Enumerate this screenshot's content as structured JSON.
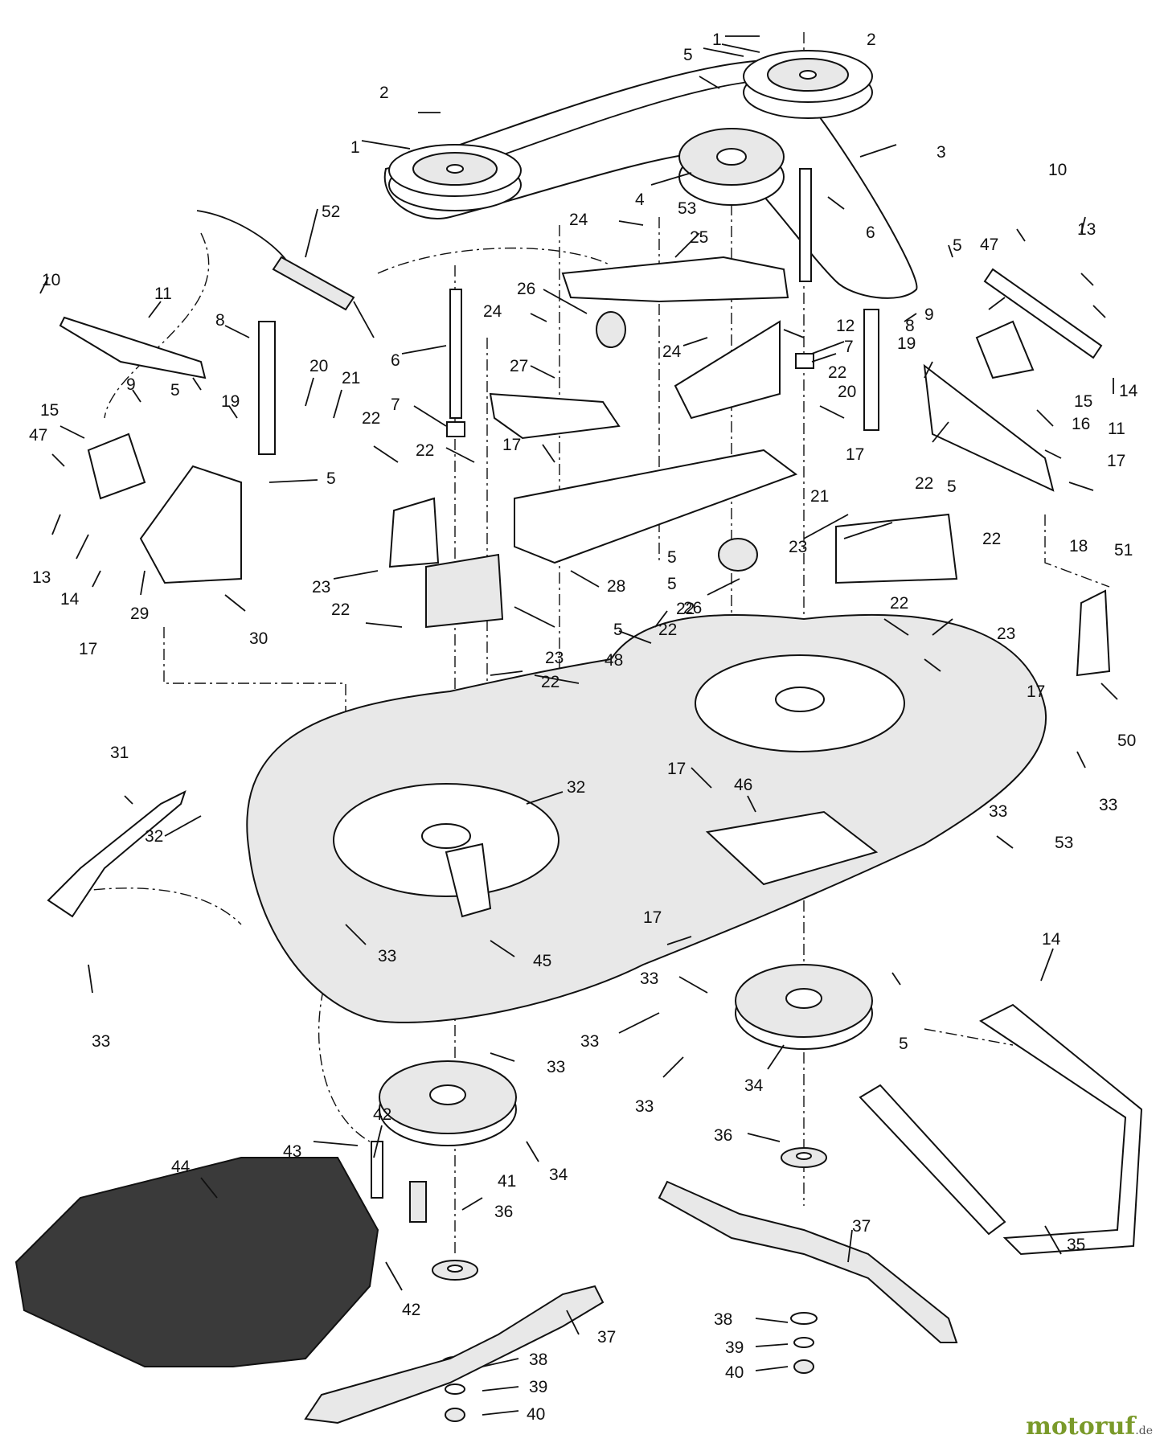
{
  "watermark": {
    "brand": "motoruf",
    "tld": ".de"
  },
  "labels": {
    "l1a": "1",
    "l1b": "1",
    "l2a": "2",
    "l2b": "2",
    "l3": "3",
    "l4": "4",
    "l5a": "5",
    "l5b": "5",
    "l5c": "5",
    "l5d": "5",
    "l5e": "5",
    "l5f": "5",
    "l5g": "5",
    "l5h": "5",
    "l5i": "5",
    "l6a": "6",
    "l6b": "6",
    "l7a": "7",
    "l7b": "7",
    "l8a": "8",
    "l8b": "8",
    "l9a": "9",
    "l9b": "9",
    "l10a": "10",
    "l10b": "10",
    "l11a": "11",
    "l11b": "11",
    "l12": "12",
    "l13a": "13",
    "l13b": "13",
    "l14a": "14",
    "l14b": "14",
    "l14c": "14",
    "l15a": "15",
    "l15b": "15",
    "l16": "16",
    "l17a": "17",
    "l17b": "17",
    "l17c": "17",
    "l17d": "17",
    "l17e": "17",
    "l17f": "17",
    "l17g": "17",
    "l18": "18",
    "l19a": "19",
    "l19b": "19",
    "l20a": "20",
    "l20b": "20",
    "l21a": "21",
    "l21b": "21",
    "l22a": "22",
    "l22b": "22",
    "l22c": "22",
    "l22d": "22",
    "l22e": "22",
    "l22f": "22",
    "l22g": "22",
    "l22h": "22",
    "l22i": "22",
    "l22j": "22",
    "l23a": "23",
    "l23b": "23",
    "l23c": "23",
    "l23d": "23",
    "l24a": "24",
    "l24b": "24",
    "l24c": "24",
    "l25": "25",
    "l26a": "26",
    "l26b": "26",
    "l27": "27",
    "l28": "28",
    "l29": "29",
    "l30": "30",
    "l31": "31",
    "l32a": "32",
    "l32b": "32",
    "l33a": "33",
    "l33b": "33",
    "l33c": "33",
    "l33d": "33",
    "l33e": "33",
    "l33f": "33",
    "l33g": "33",
    "l33h": "33",
    "l34a": "34",
    "l34b": "34",
    "l35": "35",
    "l36a": "36",
    "l36b": "36",
    "l37a": "37",
    "l37b": "37",
    "l38a": "38",
    "l38b": "38",
    "l39a": "39",
    "l39b": "39",
    "l40a": "40",
    "l40b": "40",
    "l41": "41",
    "l42a": "42",
    "l42b": "42",
    "l43": "43",
    "l44": "44",
    "l45": "45",
    "l46": "46",
    "l47a": "47",
    "l47b": "47",
    "l48": "48",
    "l50": "50",
    "l51": "51",
    "l52": "52",
    "l53a": "53",
    "l53b": "53"
  }
}
